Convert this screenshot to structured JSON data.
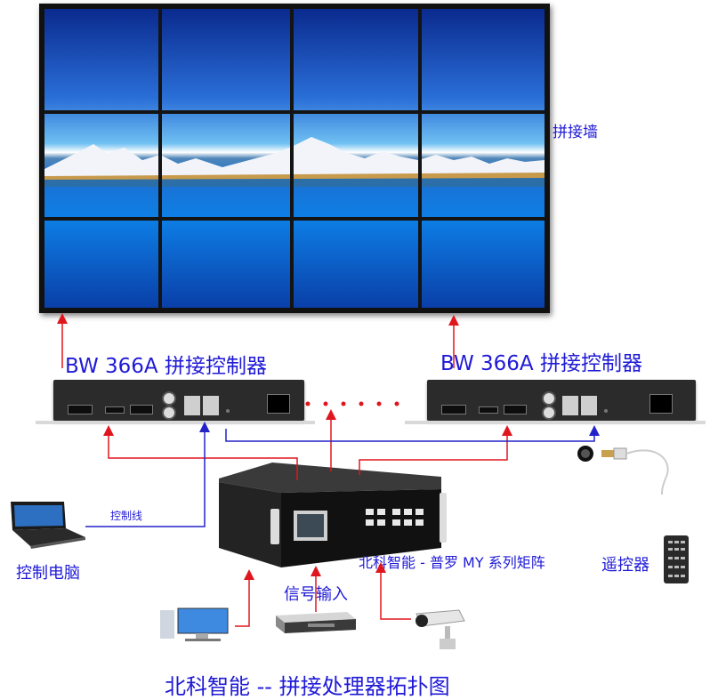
{
  "labels": {
    "video_wall": "拼接墙",
    "controller_left": "BW 366A 拼接控制器",
    "controller_right": "BW 366A 拼接控制器",
    "control_line": "控制线",
    "control_pc": "控制电脑",
    "matrix": "北科智能 - 普罗 MY 系列矩阵",
    "signal_input": "信号输入",
    "remote": "遥控器",
    "footer_title": "北科智能 -- 拼接处理器拓扑图"
  },
  "colors": {
    "signal_line": "#e0161e",
    "control_line": "#2323c8",
    "label_blue": "#1f1ad6"
  }
}
